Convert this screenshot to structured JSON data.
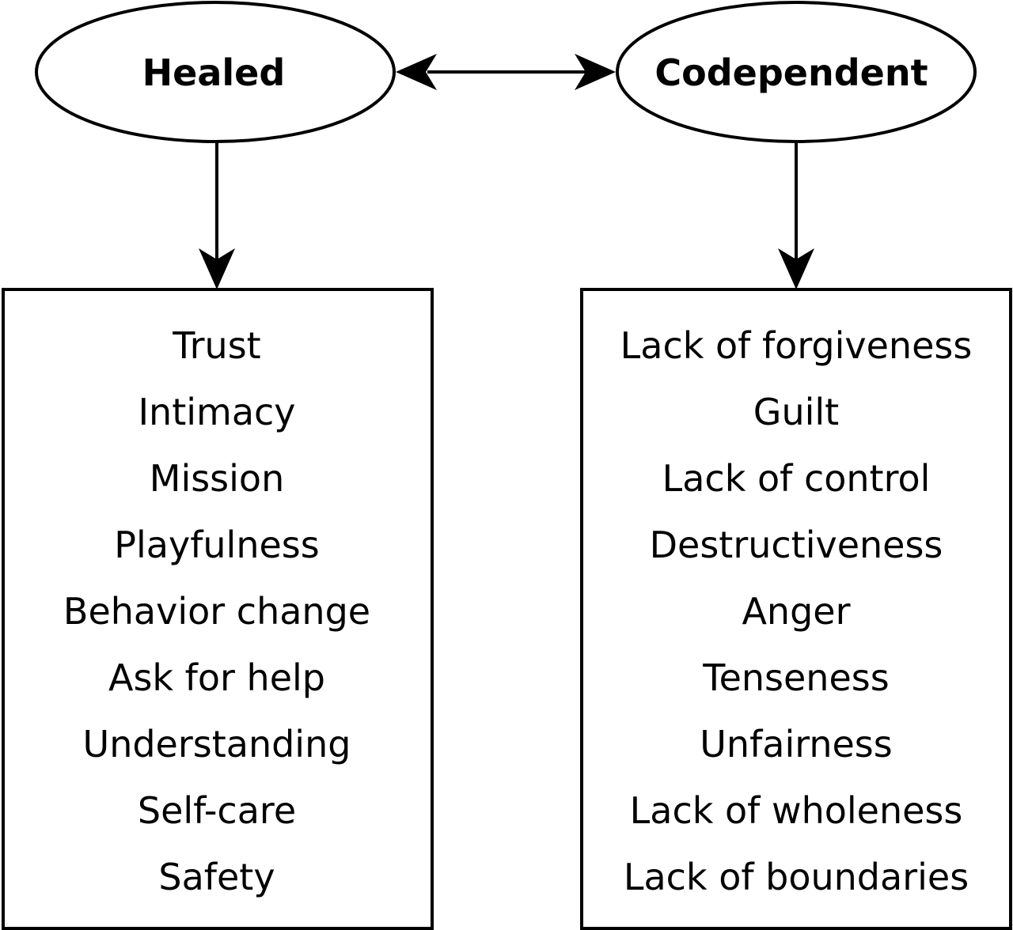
{
  "nodes": {
    "left": {
      "title": "Healed",
      "items": [
        "Trust",
        "Intimacy",
        "Mission",
        "Playfulness",
        "Behavior change",
        "Ask for help",
        "Understanding",
        "Self-care",
        "Safety"
      ]
    },
    "right": {
      "title": "Codependent",
      "items": [
        "Lack of forgiveness",
        "Guilt",
        "Lack of control",
        "Destructiveness",
        "Anger",
        "Tenseness",
        "Unfairness",
        "Lack of wholeness",
        "Lack of boundaries"
      ]
    }
  },
  "colors": {
    "stroke": "#000000",
    "background": "#ffffff",
    "text": "#000000"
  }
}
